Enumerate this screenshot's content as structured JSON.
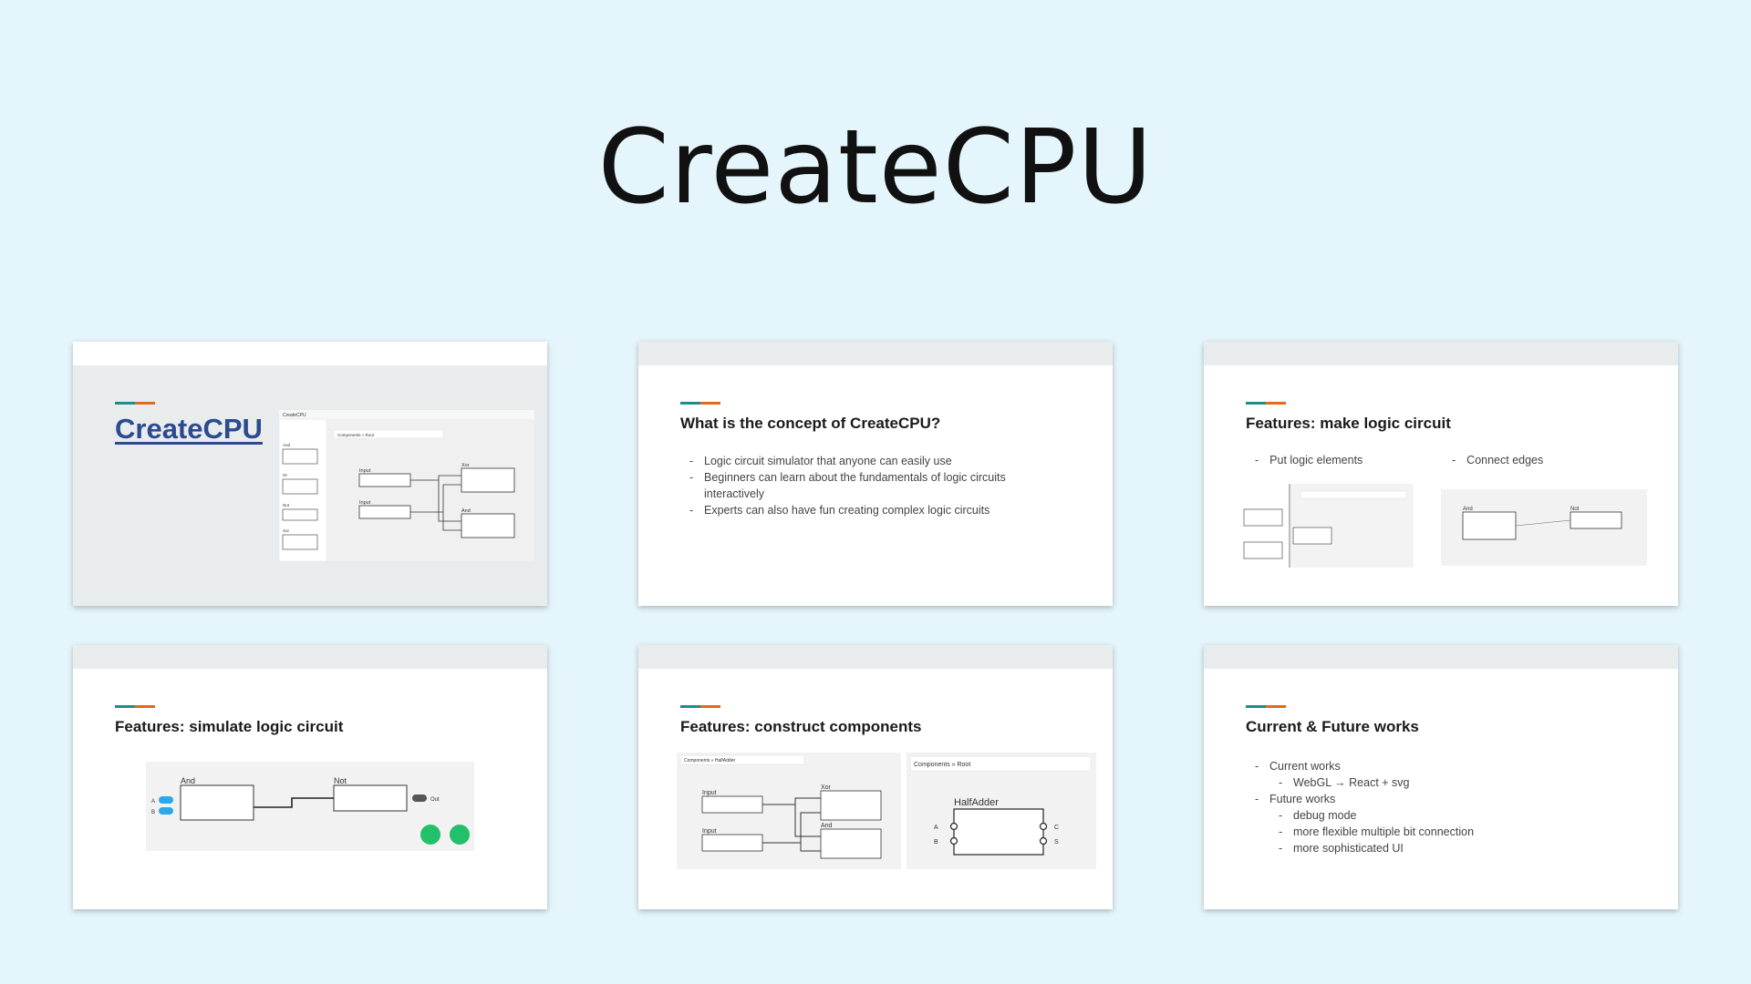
{
  "page": {
    "title": "CreateCPU"
  },
  "slides": [
    {
      "id": "title",
      "logo": "CreateCPU",
      "screenshot": {
        "app_title": "CreateCPU",
        "breadcrumb": "Components » Root",
        "palette": [
          "And",
          "Or",
          "Not",
          "Xor"
        ],
        "nodes": [
          "Input",
          "Input",
          "Xor",
          "And"
        ]
      }
    },
    {
      "id": "concept",
      "heading": "What is the concept of CreateCPU?",
      "bullets": [
        "Logic circuit simulator that anyone can easily use",
        "Beginners can learn about the fundamentals of logic circuits interactively",
        "Experts can also have fun creating complex logic circuits"
      ]
    },
    {
      "id": "make",
      "heading": "Features: make logic circuit",
      "left_label": "Put logic elements",
      "right_label": "Connect edges",
      "right_nodes": [
        "And",
        "Not"
      ]
    },
    {
      "id": "simulate",
      "heading": "Features: simulate logic circuit",
      "nodes": [
        "And",
        "Not"
      ],
      "inputs": [
        "A",
        "B"
      ],
      "output": "Out"
    },
    {
      "id": "construct",
      "heading": "Features: construct components",
      "left_breadcrumb": "Components » HalfAdder",
      "right_breadcrumb": "Components » Root",
      "left_nodes": [
        "Input",
        "Input",
        "Xor",
        "And"
      ],
      "component": "HalfAdder",
      "ports_in": [
        "A",
        "B"
      ],
      "ports_out": [
        "C",
        "S"
      ]
    },
    {
      "id": "future",
      "heading": "Current & Future works",
      "items": [
        {
          "text": "Current works",
          "sub": false
        },
        {
          "text": "WebGL → React + svg",
          "sub": true
        },
        {
          "text": "Future works",
          "sub": false
        },
        {
          "text": "debug mode",
          "sub": true
        },
        {
          "text": "more flexible multiple bit connection",
          "sub": true
        },
        {
          "text": "more sophisticated UI",
          "sub": true
        }
      ]
    }
  ]
}
